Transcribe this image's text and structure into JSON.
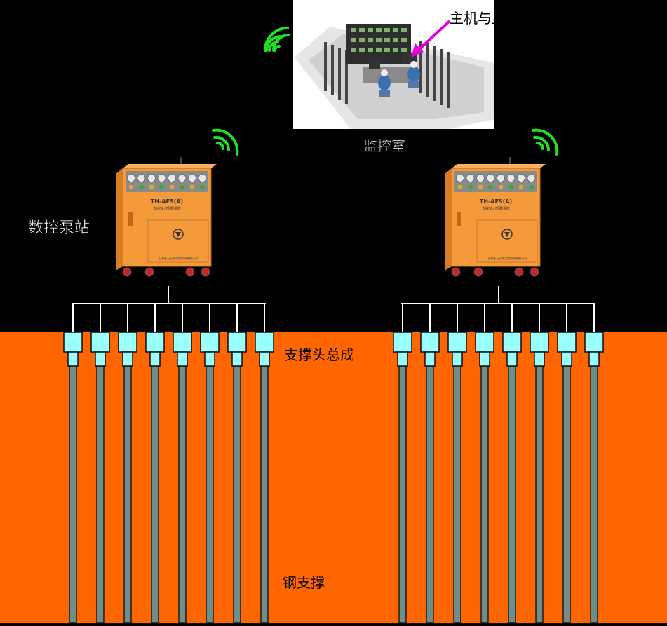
{
  "labels": {
    "host_display": "主机与显示器",
    "monitor_room": "监控室",
    "cnc_pump_station": "数控泵站",
    "support_head_assembly": "支撑头总成",
    "steel_support": "钢支撑"
  },
  "pump_panel": {
    "model": "TH-AFS(A)",
    "subtitle": "支撑轴力伺服系统",
    "company": "上海基石土木工程科技有限公司"
  },
  "diagram": {
    "pump_stations": 2,
    "support_heads_per_station": 8
  },
  "colors": {
    "ground": "#FF6600",
    "background": "#000000",
    "head": "#99FFFF",
    "steel_rod": "#6E8E8C",
    "arrow": "#E100E1",
    "wifi": "#22DD22",
    "cabinet": "#F59A3A"
  }
}
